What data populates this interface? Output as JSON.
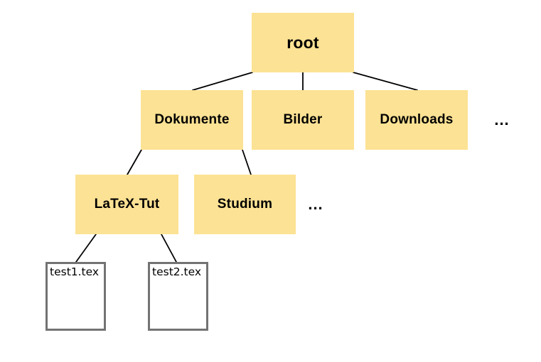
{
  "diagram": {
    "title": "file-system-tree",
    "colors": {
      "folder_fill": "#FCE294",
      "file_border": "#737373",
      "edge": "#000000",
      "text": "#000000",
      "background": "#ffffff"
    },
    "nodes": [
      {
        "label": "root",
        "type": "folder"
      },
      {
        "label": "Dokumente",
        "type": "folder"
      },
      {
        "label": "Bilder",
        "type": "folder"
      },
      {
        "label": "Downloads",
        "type": "folder"
      },
      {
        "label": "...",
        "type": "ellipsis"
      },
      {
        "label": "LaTeX-Tut",
        "type": "folder"
      },
      {
        "label": "Studium",
        "type": "folder"
      },
      {
        "label": "...",
        "type": "ellipsis"
      },
      {
        "label": "test1.tex",
        "type": "file"
      },
      {
        "label": "test2.tex",
        "type": "file"
      }
    ],
    "edges": [
      {
        "from": "root",
        "to": "Dokumente"
      },
      {
        "from": "root",
        "to": "Bilder"
      },
      {
        "from": "root",
        "to": "Downloads"
      },
      {
        "from": "Dokumente",
        "to": "LaTeX-Tut"
      },
      {
        "from": "Dokumente",
        "to": "Studium"
      },
      {
        "from": "LaTeX-Tut",
        "to": "test1.tex"
      },
      {
        "from": "LaTeX-Tut",
        "to": "test2.tex"
      }
    ]
  }
}
